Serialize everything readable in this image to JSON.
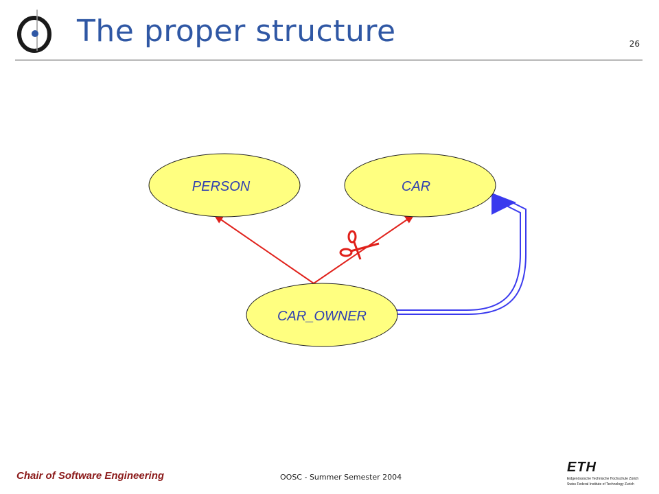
{
  "slide": {
    "title": "The proper structure",
    "page_number": "26"
  },
  "diagram": {
    "nodes": [
      {
        "id": "person",
        "label": "PERSON"
      },
      {
        "id": "car",
        "label": "CAR"
      },
      {
        "id": "car_owner",
        "label": "CAR_OWNER"
      }
    ],
    "edges": [
      {
        "from": "car_owner",
        "to": "person",
        "kind": "inheritance",
        "color": "#e0201a",
        "crossed": false
      },
      {
        "from": "car_owner",
        "to": "car",
        "kind": "inheritance",
        "color": "#e0201a",
        "crossed": true
      },
      {
        "from": "car_owner",
        "to": "car",
        "kind": "client",
        "color": "#3a3aee"
      }
    ],
    "colors": {
      "node_fill": "#ffff80",
      "node_text": "#2f3fb0",
      "inheritance": "#e0201a",
      "client": "#3a3aee",
      "scissors": "#e0201a"
    },
    "icons": [
      "scissors-icon"
    ]
  },
  "footer": {
    "left": "Chair of Software Engineering",
    "center": "OOSC - Summer Semester 2004",
    "eth": {
      "word": "ETH",
      "line1": "Eidgenössische Technische Hochschule Zürich",
      "line2": "Swiss Federal Institute of Technology Zurich"
    }
  }
}
